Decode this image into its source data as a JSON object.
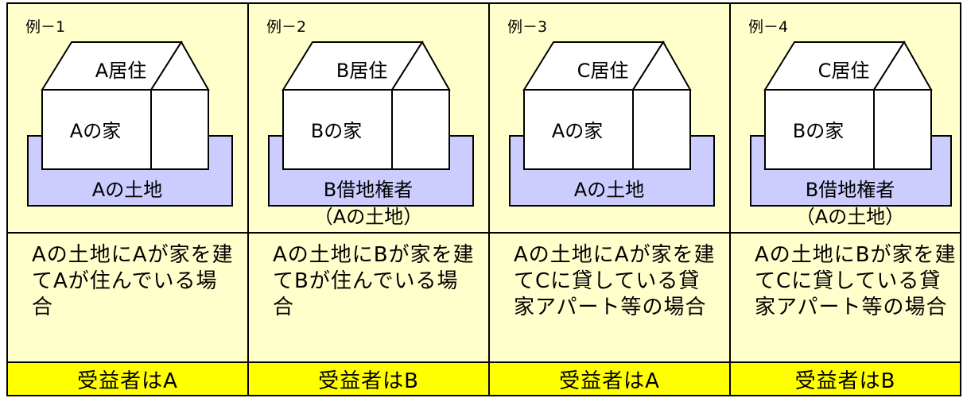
{
  "examples": [
    {
      "label": "例－1",
      "resident": "A居住",
      "house": "Aの家",
      "land": "Aの土地",
      "land_note": "",
      "description": "Aの土地にAが家を建てAが住んでいる場合",
      "beneficiary": "受益者はA"
    },
    {
      "label": "例－2",
      "resident": "B居住",
      "house": "Bの家",
      "land": "B借地権者",
      "land_note": "（Aの土地）",
      "description": "Aの土地にBが家を建てBが住んでいる場合",
      "beneficiary": "受益者はB"
    },
    {
      "label": "例－3",
      "resident": "C居住",
      "house": "Aの家",
      "land": "Aの土地",
      "land_note": "",
      "description": "Aの土地にAが家を建てCに貸している貸家アパート等の場合",
      "beneficiary": "受益者はA"
    },
    {
      "label": "例－4",
      "resident": "C居住",
      "house": "Bの家",
      "land": "B借地権者",
      "land_note": "（Aの土地）",
      "description": "Aの土地にBが家を建てCに貸している貸家アパート等の場合",
      "beneficiary": "受益者はB"
    }
  ],
  "colors": {
    "background": "#ffffcc",
    "land": "#ccccff",
    "beneficiary": "#ffff00",
    "outline": "#000000"
  }
}
